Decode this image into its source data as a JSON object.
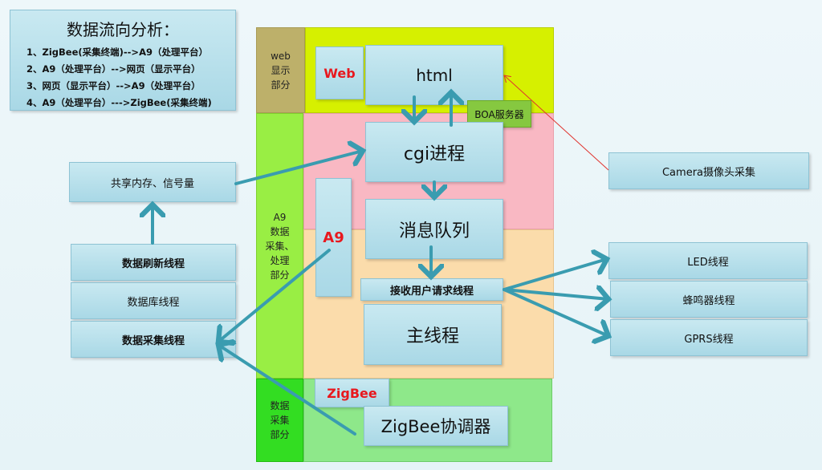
{
  "legend": {
    "title": "数据流向分析：",
    "items": [
      "1、ZigBee(采集终端)-->A9（处理平台）",
      "2、A9（处理平台）-->网页（显示平台）",
      "3、网页（显示平台）-->A9（处理平台）",
      "4、A9（处理平台）--->ZigBee(采集终端)"
    ]
  },
  "zones": {
    "web_label": "web\n显示\n部分",
    "a9_label": "A9\n数据\n采集、\n处理\n部分",
    "collect_label": "数据\n采集\n部分"
  },
  "center": {
    "web": "Web",
    "html": "html",
    "boa": "BOA服务器",
    "cgi": "cgi进程",
    "mq": "消息队列",
    "recv": "接收用户请求线程",
    "main": "主线程",
    "a9": "A9",
    "zigbee": "ZigBee",
    "coordinator": "ZigBee协调器"
  },
  "left": {
    "shm": "共享内存、信号量",
    "refresh": "数据刷新线程",
    "db": "数据库线程",
    "collect": "数据采集线程"
  },
  "right": {
    "camera": "Camera摄像头采集",
    "led": "LED线程",
    "buzzer": "蜂鸣器线程",
    "gprs": "GPRS线程"
  },
  "colors": {
    "yellow_zone": "#d6f000",
    "pink_zone": "#f9b8c3",
    "peach_zone": "#fbdcab",
    "green_zone": "#8ee88a",
    "col_olive": "#bdb06a",
    "col_green": "#99ee44",
    "arrow": "#3a9cb0",
    "red_arrow": "#e0342e"
  }
}
